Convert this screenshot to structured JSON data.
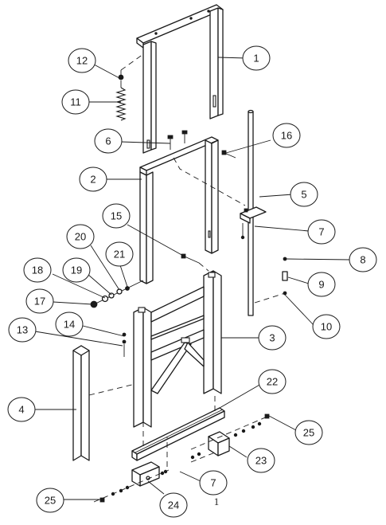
{
  "callouts": {
    "c1": "1",
    "c2": "2",
    "c3": "3",
    "c4": "4",
    "c5": "5",
    "c6": "6",
    "c7a": "7",
    "c7b": "7",
    "c8": "8",
    "c9": "9",
    "c10": "10",
    "c11": "11",
    "c12": "12",
    "c13": "13",
    "c14": "14",
    "c15": "15",
    "c16": "16",
    "c17": "17",
    "c18": "18",
    "c19": "19",
    "c20": "20",
    "c21": "21",
    "c22": "22",
    "c23": "23",
    "c24": "24",
    "c25a": "25",
    "c25b": "25"
  },
  "page_number": "1"
}
